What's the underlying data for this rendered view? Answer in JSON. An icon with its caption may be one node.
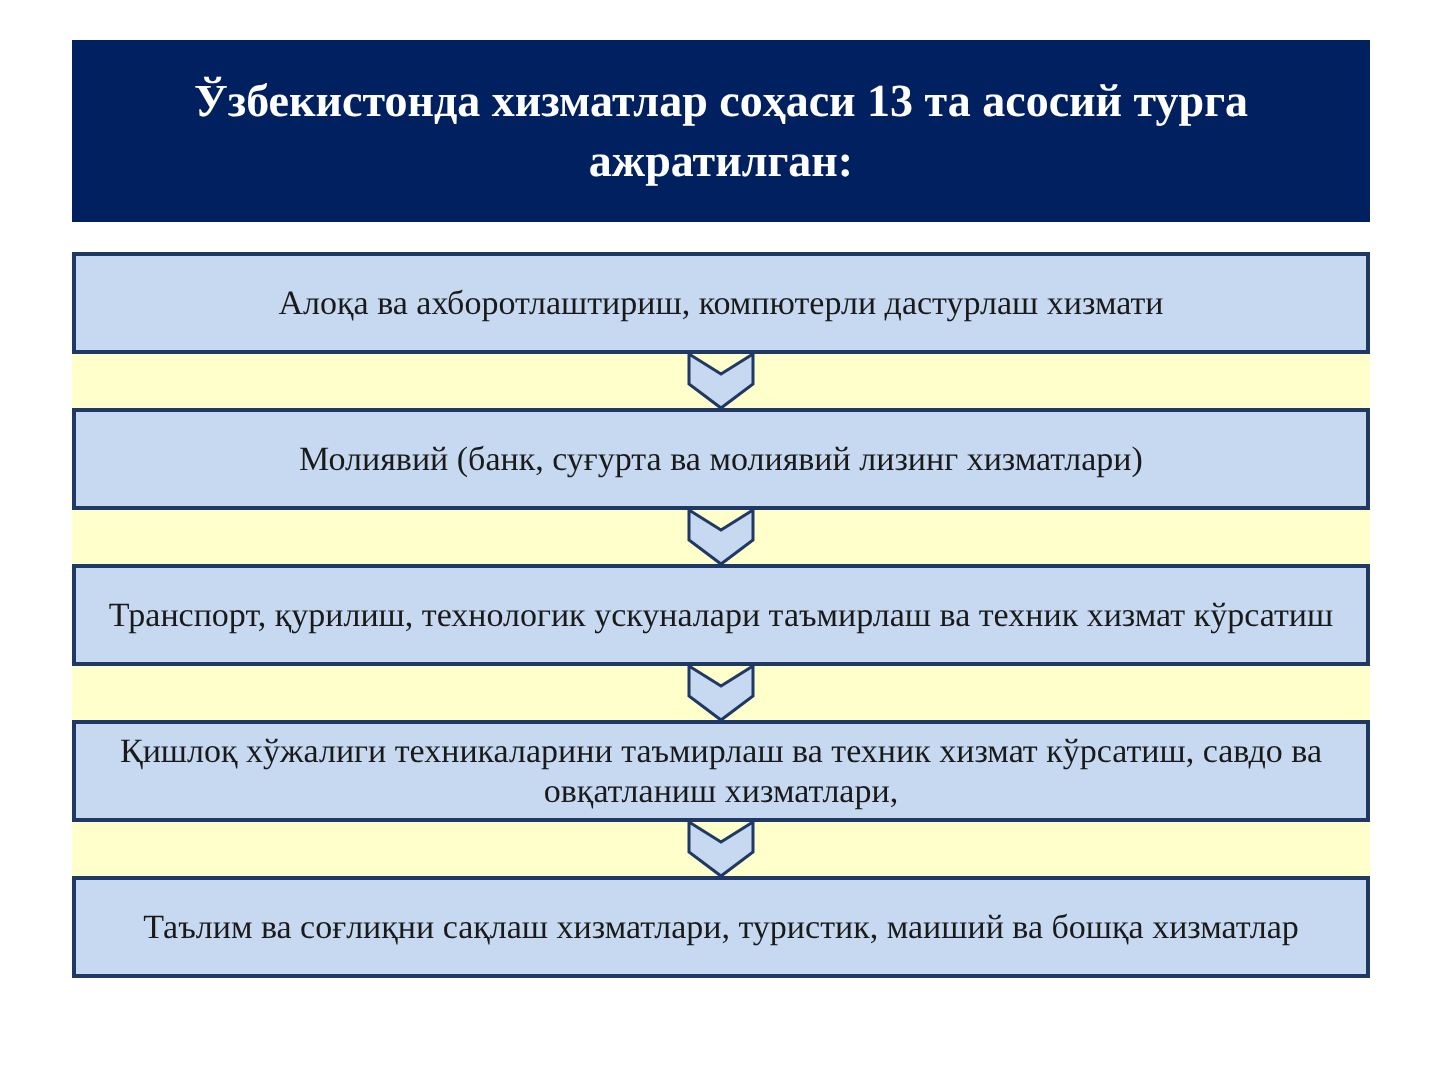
{
  "diagram": {
    "title": "Ўзбекистонда хизматлар соҳаси 13 та асосий турга ажратилган:",
    "nodes": [
      {
        "text": [
          "Алоқа ва ахборотлаштириш, компютерли дастурлаш хизмати"
        ]
      },
      {
        "text": [
          "Молиявий (банк, суғурта ва молиявий лизинг хизматлари)"
        ]
      },
      {
        "text": [
          "Транспорт, қурилиш, технологик ускуналари таъмирлаш ва техник хизмат кўрсатиш"
        ]
      },
      {
        "text": [
          "Қишлоқ хўжалиги техникаларини таъмирлаш ва техник хизмат кўрсатиш, савдо ва овқатланиш хизматлари,"
        ]
      },
      {
        "text": [
          "Таълим ва соғлиқни сақлаш хизматлари, туристик, маиший ва бошқа хизматлар"
        ]
      }
    ],
    "edges": [
      {
        "from": 0,
        "to": 1,
        "arrow": "to"
      },
      {
        "from": 1,
        "to": 2,
        "arrow": "to"
      },
      {
        "from": 2,
        "to": 3,
        "arrow": "to"
      },
      {
        "from": 3,
        "to": 4,
        "arrow": "to"
      }
    ]
  }
}
